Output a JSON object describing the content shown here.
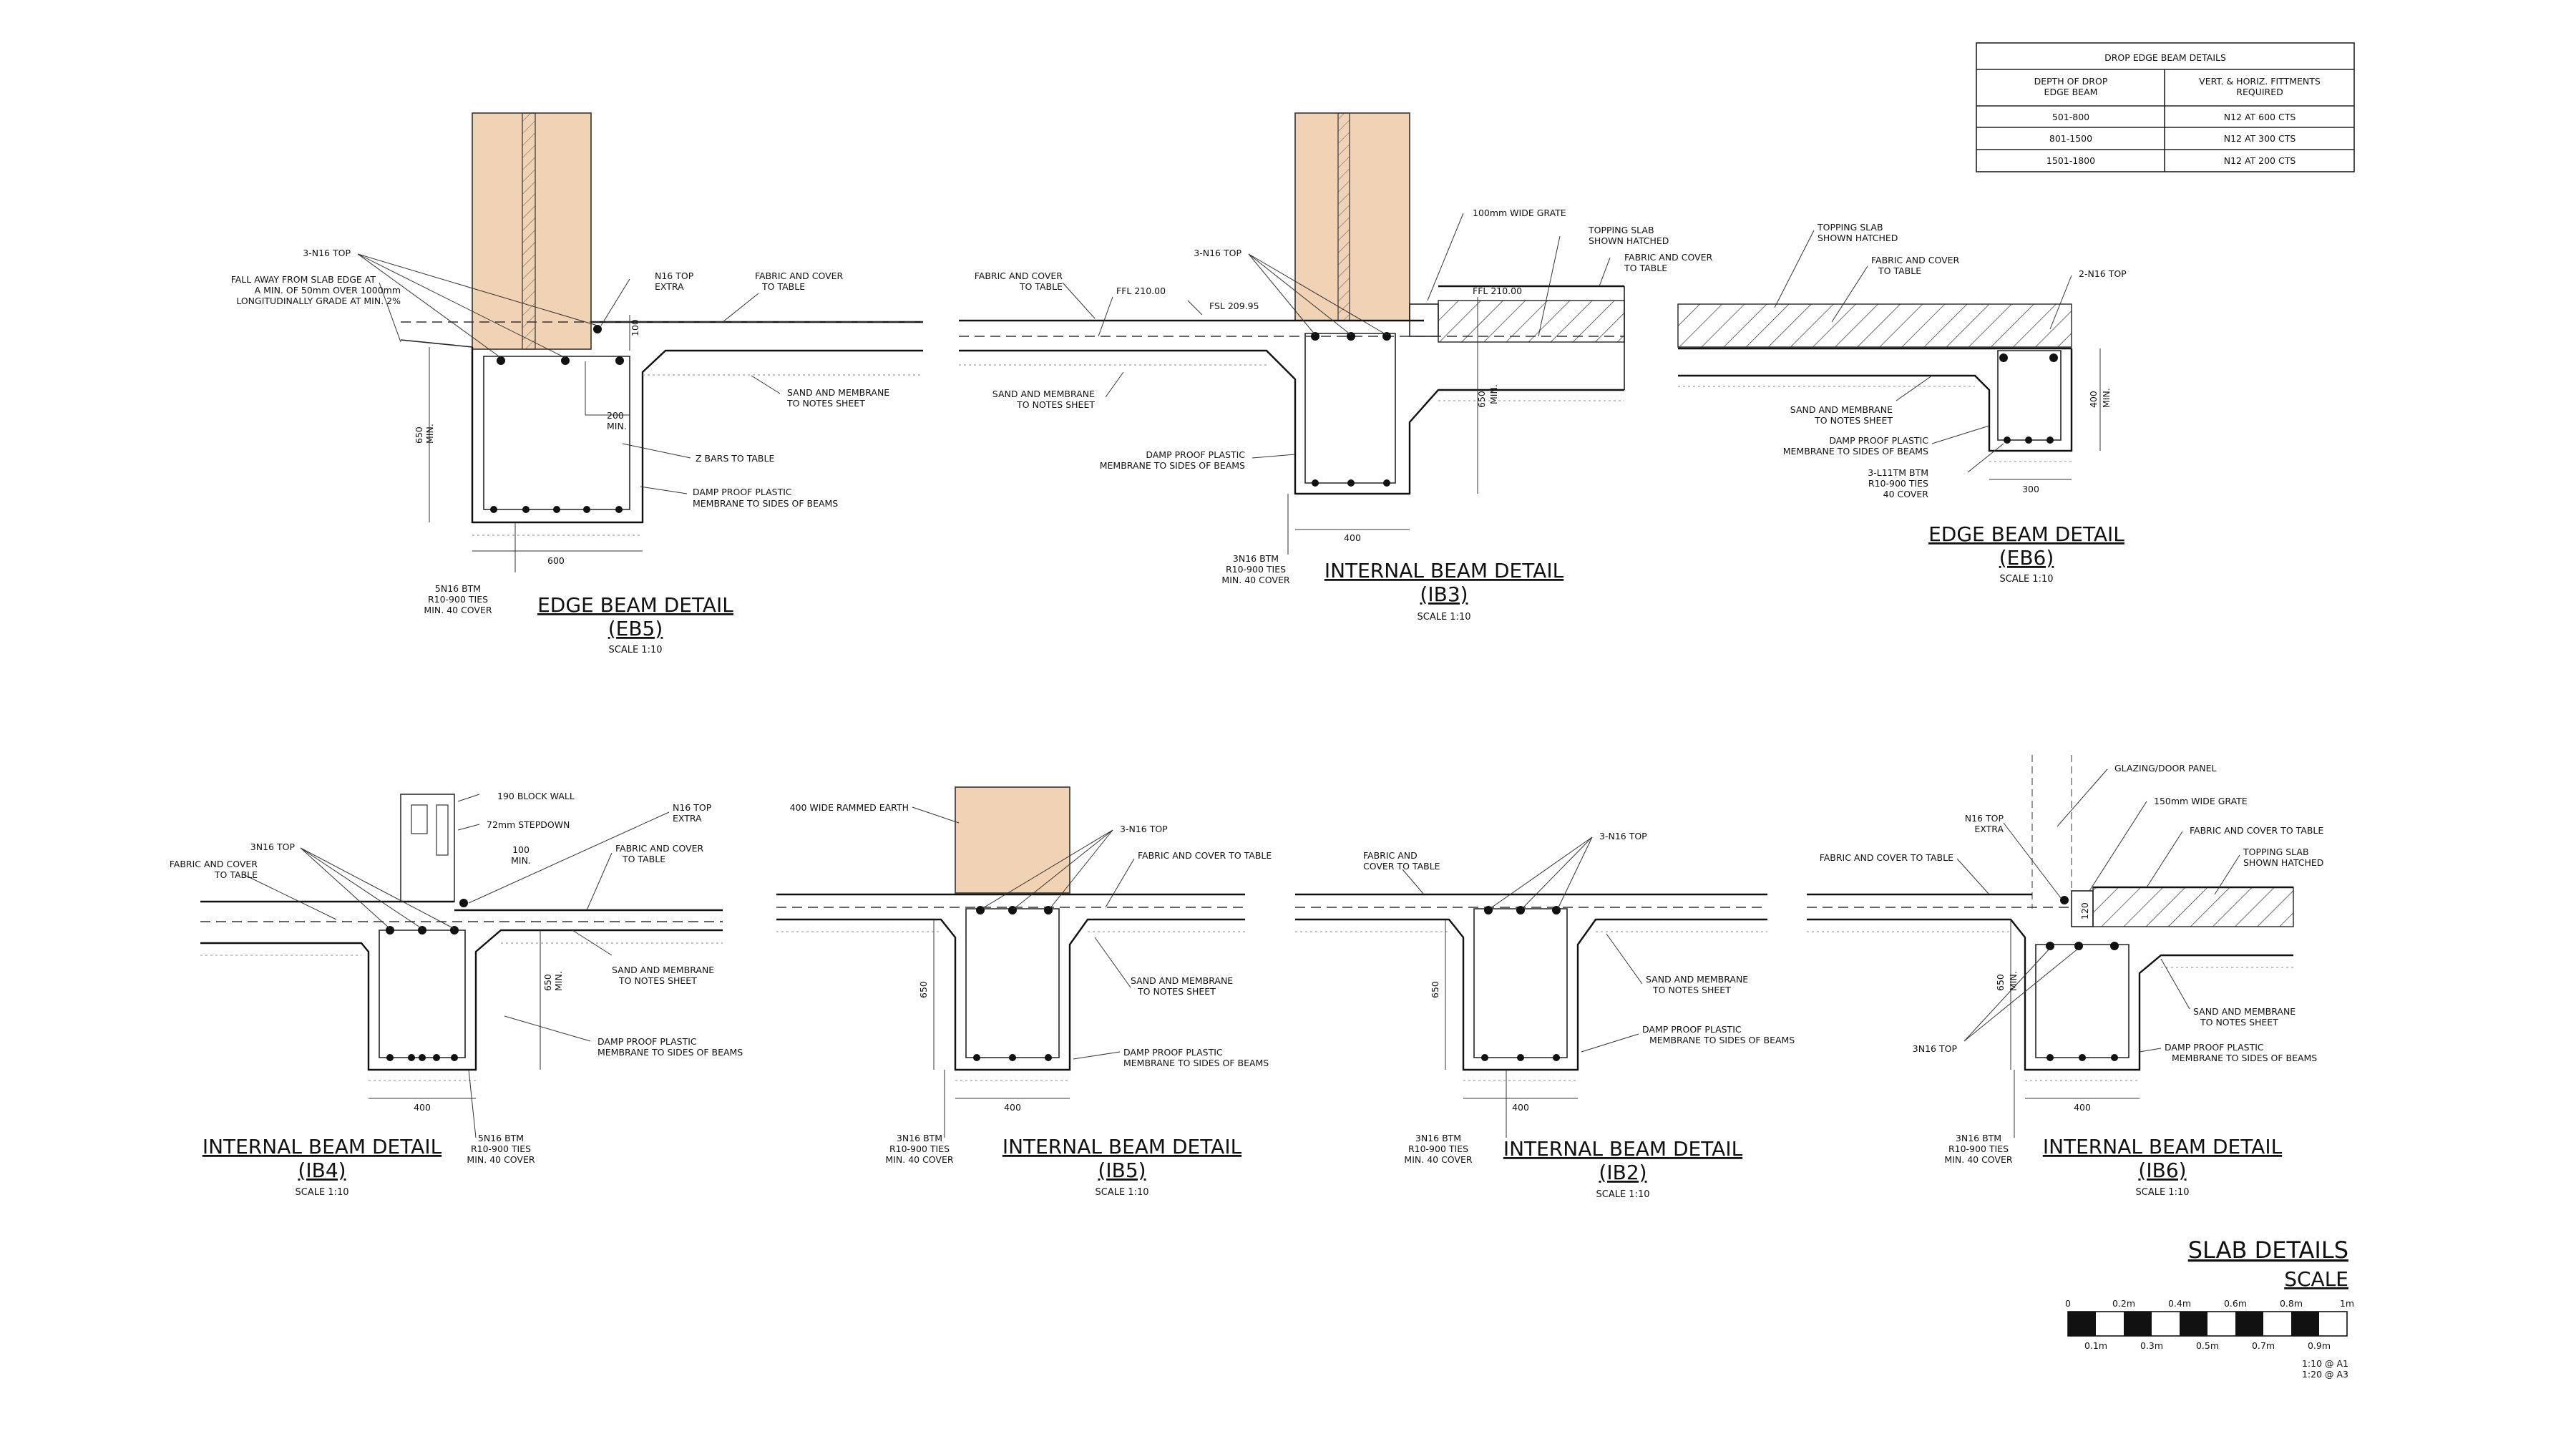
{
  "table": {
    "title": "DROP EDGE BEAM DETAILS",
    "headers": [
      "DEPTH OF DROP EDGE BEAM",
      "VERT. & HORIZ. FITTMENTS REQUIRED"
    ],
    "rows": [
      [
        "501-800",
        "N12 AT 600 CTS"
      ],
      [
        "801-1500",
        "N12 AT 300 CTS"
      ],
      [
        "1501-1800",
        "N12 AT 200 CTS"
      ]
    ]
  },
  "details": {
    "eb5": {
      "title": "EDGE BEAM DETAIL",
      "code": "(EB5)",
      "scale": "SCALE 1:10",
      "top_bars": "3-N16 TOP",
      "fall_note": [
        "FALL AWAY FROM SLAB EDGE AT",
        "A MIN. OF 50mm OVER 1000mm",
        "LONGITUDINALLY GRADE AT MIN. 2%"
      ],
      "n16_top": [
        "N16 TOP",
        "EXTRA"
      ],
      "fabric": [
        "FABRIC AND COVER",
        "TO TABLE"
      ],
      "sand": [
        "SAND AND MEMBRANE",
        "TO NOTES SHEET"
      ],
      "dim_100": "100",
      "dim_200": "200",
      "min": "MIN.",
      "dim_650": "650",
      "dim_600": "600",
      "z_bars": "Z BARS TO TABLE",
      "dpm": [
        "DAMP PROOF PLASTIC",
        "MEMBRANE TO SIDES OF BEAMS"
      ],
      "btm": [
        "5N16 BTM",
        "R10-900 TIES",
        "MIN. 40 COVER"
      ]
    },
    "ib3": {
      "title": "INTERNAL BEAM DETAIL",
      "code": "(IB3)",
      "scale": "SCALE 1:10",
      "top_bars": "3-N16 TOP",
      "fabric": [
        "FABRIC AND COVER",
        "TO TABLE"
      ],
      "ffl": "FFL 210.00",
      "fsl": "FSL 209.95",
      "ffl2": "FFL 210.00",
      "grate": "100mm WIDE GRATE",
      "topping": [
        "TOPPING SLAB",
        "SHOWN HATCHED"
      ],
      "fabric2": [
        "FABRIC AND COVER",
        "TO TABLE"
      ],
      "sand": [
        "SAND AND MEMBRANE",
        "TO NOTES SHEET"
      ],
      "dpm": [
        "DAMP PROOF PLASTIC",
        "MEMBRANE TO SIDES OF BEAMS"
      ],
      "dim_650": "650",
      "min": "MIN.",
      "dim_400": "400",
      "btm": [
        "3N16 BTM",
        "R10-900 TIES",
        "MIN. 40 COVER"
      ]
    },
    "eb6": {
      "title": "EDGE BEAM DETAIL",
      "code": "(EB6)",
      "scale": "SCALE 1:10",
      "topping": [
        "TOPPING SLAB",
        "SHOWN HATCHED"
      ],
      "fabric": [
        "FABRIC AND COVER",
        "TO TABLE"
      ],
      "top_bars": "2-N16 TOP",
      "sand": [
        "SAND AND MEMBRANE",
        "TO NOTES SHEET"
      ],
      "dpm": [
        "DAMP PROOF PLASTIC",
        "MEMBRANE TO SIDES OF BEAMS"
      ],
      "btm": [
        "3-L11TM BTM",
        "R10-900 TIES",
        "40 COVER"
      ],
      "dim_400": "400",
      "min": "MIN.",
      "dim_300": "300"
    },
    "ib4": {
      "title": "INTERNAL BEAM DETAIL",
      "code": "(IB4)",
      "scale": "SCALE 1:10",
      "block": "190 BLOCK WALL",
      "stepdown": "72mm STEPDOWN",
      "top_bars": "3N16 TOP",
      "n16_top": [
        "N16 TOP",
        "EXTRA"
      ],
      "fabric_l": [
        "FABRIC AND COVER",
        "TO TABLE"
      ],
      "fabric_r": [
        "FABRIC AND COVER",
        "TO TABLE"
      ],
      "dim_100": "100",
      "min": "MIN.",
      "dim_650": "650",
      "dim_400": "400",
      "sand": [
        "SAND AND MEMBRANE",
        "TO NOTES SHEET"
      ],
      "dpm": [
        "DAMP PROOF PLASTIC",
        "MEMBRANE TO SIDES OF BEAMS"
      ],
      "btm": [
        "5N16 BTM",
        "R10-900 TIES",
        "MIN. 40 COVER"
      ]
    },
    "ib5": {
      "title": "INTERNAL BEAM DETAIL",
      "code": "(IB5)",
      "scale": "SCALE 1:10",
      "earth": "400 WIDE RAMMED EARTH",
      "top_bars": "3-N16 TOP",
      "fabric": "FABRIC AND COVER TO TABLE",
      "sand": [
        "SAND AND MEMBRANE",
        "TO NOTES SHEET"
      ],
      "dpm": [
        "DAMP PROOF PLASTIC",
        "MEMBRANE TO SIDES OF BEAMS"
      ],
      "dim_650": "650",
      "dim_400": "400",
      "btm": [
        "3N16 BTM",
        "R10-900 TIES",
        "MIN. 40 COVER"
      ]
    },
    "ib2": {
      "title": "INTERNAL BEAM DETAIL",
      "code": "(IB2)",
      "scale": "SCALE 1:10",
      "top_bars": "3-N16 TOP",
      "fabric": [
        "FABRIC AND",
        "COVER TO TABLE"
      ],
      "sand": [
        "SAND AND MEMBRANE",
        "TO NOTES SHEET"
      ],
      "dpm": [
        "DAMP PROOF PLASTIC",
        "MEMBRANE TO SIDES OF BEAMS"
      ],
      "dim_650": "650",
      "dim_400": "400",
      "btm": [
        "3N16 BTM",
        "R10-900 TIES",
        "MIN. 40 COVER"
      ]
    },
    "ib6": {
      "title": "INTERNAL BEAM DETAIL",
      "code": "(IB6)",
      "scale": "SCALE 1:10",
      "glazing": "GLAZING/DOOR PANEL",
      "grate": "150mm WIDE GRATE",
      "n16_top": [
        "N16 TOP",
        "EXTRA"
      ],
      "fabric_l": "FABRIC AND COVER TO TABLE",
      "fabric_r": "FABRIC AND COVER TO TABLE",
      "topping": [
        "TOPPING SLAB",
        "SHOWN HATCHED"
      ],
      "sand": [
        "SAND AND MEMBRANE",
        "TO NOTES SHEET"
      ],
      "top_bars": "3N16 TOP",
      "dpm": [
        "DAMP PROOF PLASTIC",
        "MEMBRANE TO SIDES OF BEAMS"
      ],
      "dim_650": "650",
      "min": "MIN.",
      "dim_120": "120",
      "dim_400": "400",
      "btm": [
        "3N16 BTM",
        "R10-900 TIES",
        "MIN. 40 COVER"
      ]
    }
  },
  "sheet_title": "SLAB DETAILS",
  "scale_bar": {
    "title": "SCALE",
    "top_ticks": [
      "0",
      "0.2m",
      "0.4m",
      "0.6m",
      "0.8m",
      "1m"
    ],
    "bottom_ticks": [
      "0.1m",
      "0.3m",
      "0.5m",
      "0.7m",
      "0.9m"
    ],
    "ratios": [
      "1:10 @ A1",
      "1:20 @ A3"
    ]
  }
}
